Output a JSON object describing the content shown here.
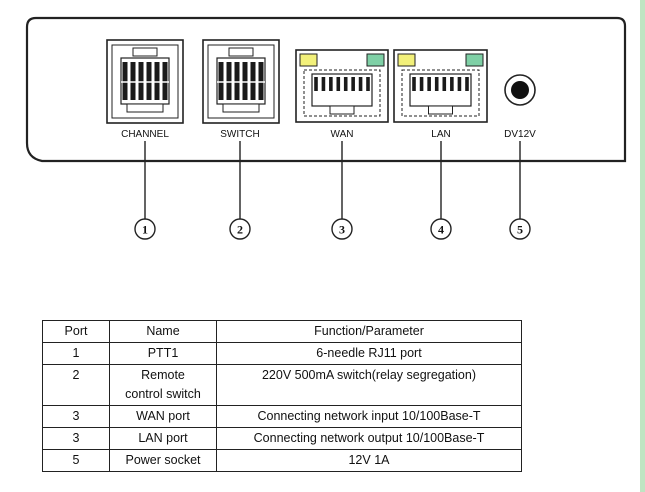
{
  "panel": {
    "ports": [
      {
        "label": "CHANNEL",
        "kind": "rj11"
      },
      {
        "label": "SWITCH",
        "kind": "rj11"
      },
      {
        "label": "WAN",
        "kind": "rj45"
      },
      {
        "label": "LAN",
        "kind": "rj45"
      },
      {
        "label": "DV12V",
        "kind": "dc-jack"
      }
    ],
    "colors": {
      "led_yellow": "#f2f07a",
      "led_green": "#7fd0a6",
      "outline": "#222222"
    }
  },
  "callouts": [
    "1",
    "2",
    "3",
    "4",
    "5"
  ],
  "table": {
    "headers": [
      "Port",
      "Name",
      "Function/Parameter"
    ],
    "rows": [
      {
        "port": "1",
        "name": "PTT1",
        "function": "6-needle RJ11 port"
      },
      {
        "port": "2",
        "name": "Remote\ncontrol switch",
        "function": "220V 500mA switch(relay segregation)"
      },
      {
        "port": "3",
        "name": "WAN port",
        "function": "Connecting network input 10/100Base-T"
      },
      {
        "port": "3",
        "name": "LAN port",
        "function": "Connecting network output 10/100Base-T"
      },
      {
        "port": "5",
        "name": "Power socket",
        "function": "12V 1A"
      }
    ]
  }
}
